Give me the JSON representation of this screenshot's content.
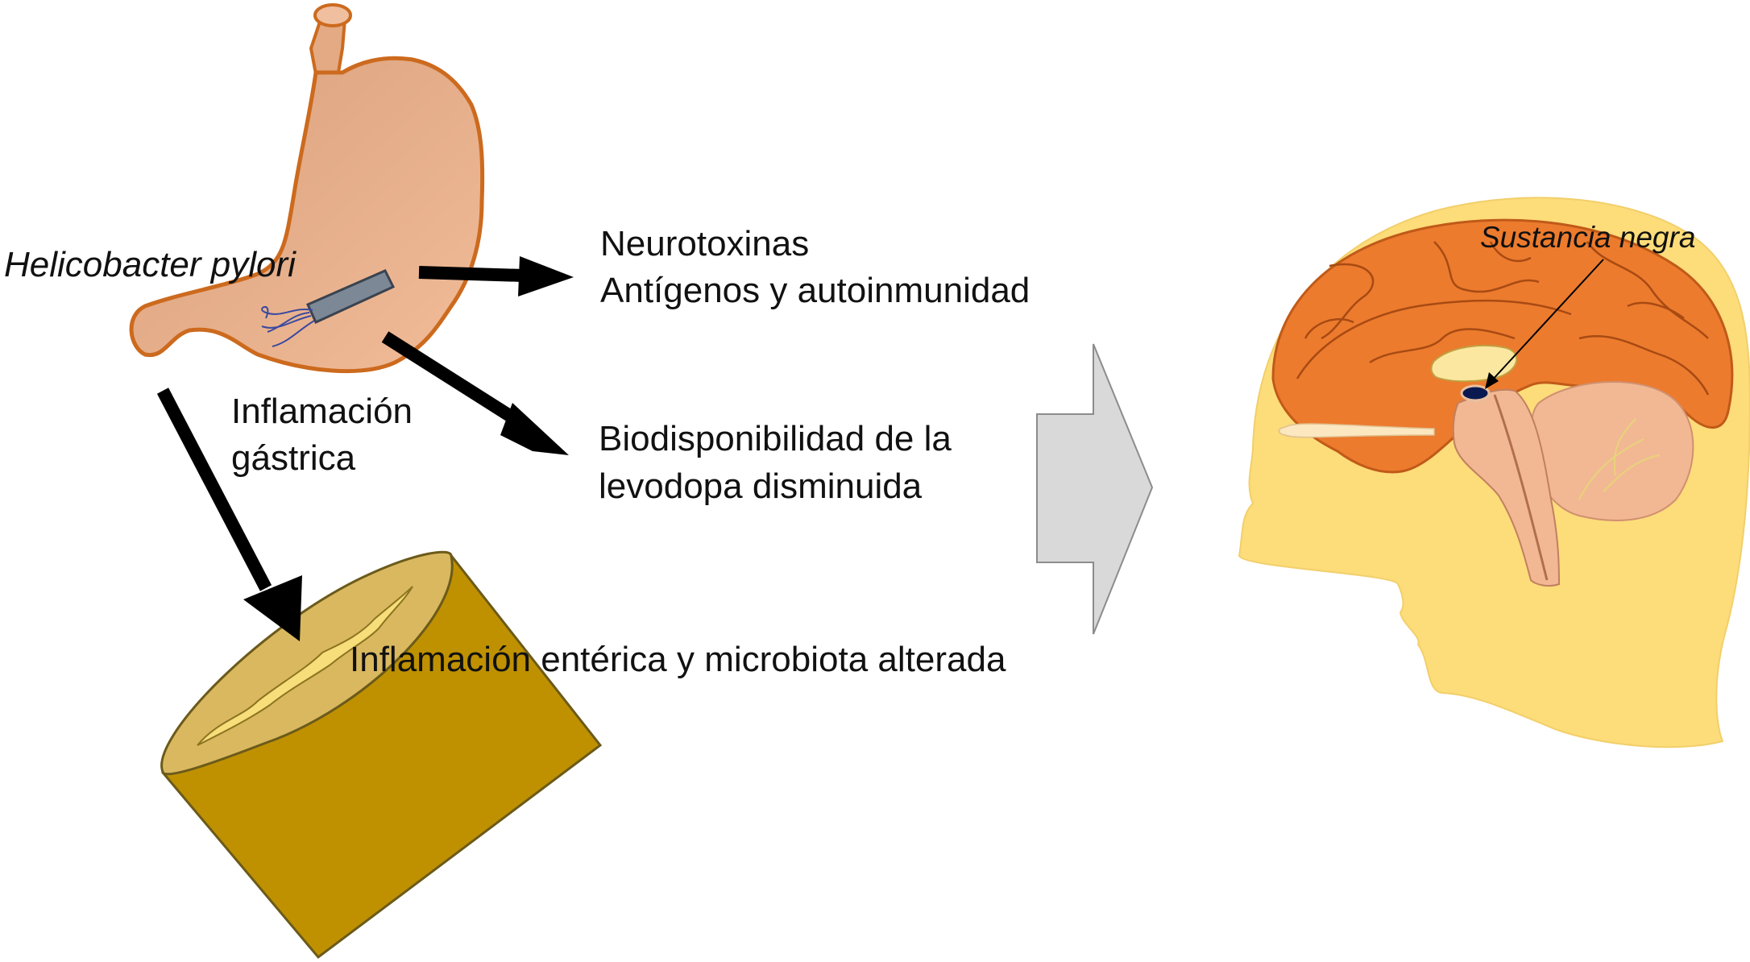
{
  "labels": {
    "bacteria": "Helicobacter pylori",
    "neurotoxins": "Neurotoxinas",
    "antigens": "Antígenos y autoinmunidad",
    "gastric_1": "Inflamación",
    "gastric_2": "gástrica",
    "levodopa_1": "Biodisponibilidad de la",
    "levodopa_2": "levodopa disminuida",
    "enteric": "Inflamación entérica y microbiota alterada",
    "substantia_nigra": "Sustancia negra"
  },
  "colors": {
    "stomach_fill": "#e8b08a",
    "stomach_outline": "#cc6a1e",
    "intestine_side": "#bf9100",
    "intestine_top": "#d9b860",
    "intestine_lumen": "#f7de7a",
    "head_fill": "#fddc7a",
    "brain_fill": "#ec7b2e",
    "cerebellum_fill": "#f2b893",
    "big_arrow_fill": "#d9d9d9",
    "arrow_black": "#000000"
  }
}
